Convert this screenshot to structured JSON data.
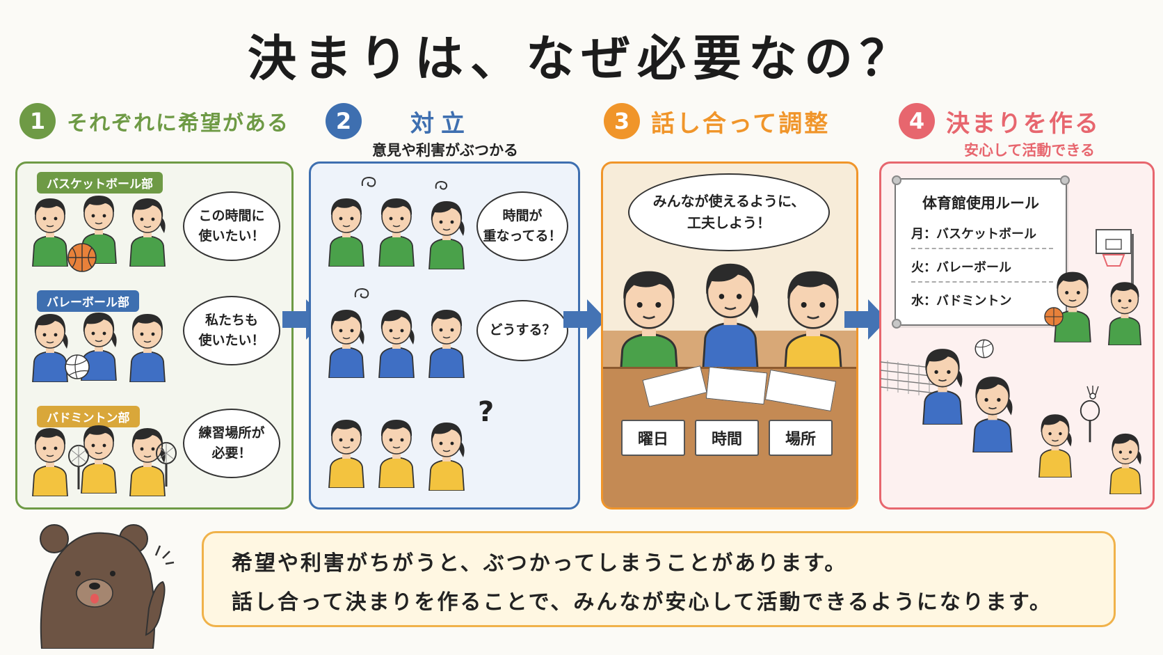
{
  "title": "決まりは、なぜ必要なの？",
  "colors": {
    "step1": "#6e9a45",
    "step2": "#3e6fb0",
    "step3": "#f0952a",
    "step4": "#e7666e",
    "panel1_bg": "#f4f6ee",
    "panel2_bg": "#eef3fa",
    "panel3_bg": "#d8a877",
    "panel4_bg": "#fdf1f0",
    "arrow": "#4473b4",
    "shirt_green": "#4aa14a",
    "shirt_blue": "#3f6fc4",
    "shirt_yellow": "#f3c33f"
  },
  "steps": [
    {
      "number": "1",
      "label": "それぞれに希望がある",
      "sub": ""
    },
    {
      "number": "2",
      "label": "対立",
      "sub": "意見や利害がぶつかる"
    },
    {
      "number": "3",
      "label": "話し合って調整",
      "sub": ""
    },
    {
      "number": "4",
      "label": "決まりを作る",
      "sub": "安心して活動できる"
    }
  ],
  "panel1": {
    "clubs": [
      {
        "name": "バスケットボール部",
        "speech": "この時間に\n使いたい！"
      },
      {
        "name": "バレーボール部",
        "speech": "私たちも\n使いたい！"
      },
      {
        "name": "バドミントン部",
        "speech": "練習場所が\n必要！"
      }
    ]
  },
  "panel2": {
    "speeches": [
      "時間が\n重なってる！",
      "どうする？"
    ],
    "question_mark": "?"
  },
  "panel3": {
    "speech": "みんなが使えるように、\n工夫しよう！",
    "cards": [
      "曜日",
      "時間",
      "場所"
    ]
  },
  "panel4": {
    "rules_title": "体育館使用ルール",
    "rules": [
      "月：バスケットボール",
      "火：バレーボール",
      "水：バドミントン"
    ]
  },
  "note": {
    "line1": "希望や利害がちがうと、ぶつかってしまうことがあります。",
    "line2": "話し合って決まりを作ることで、みんなが安心して活動できるようになります。"
  }
}
